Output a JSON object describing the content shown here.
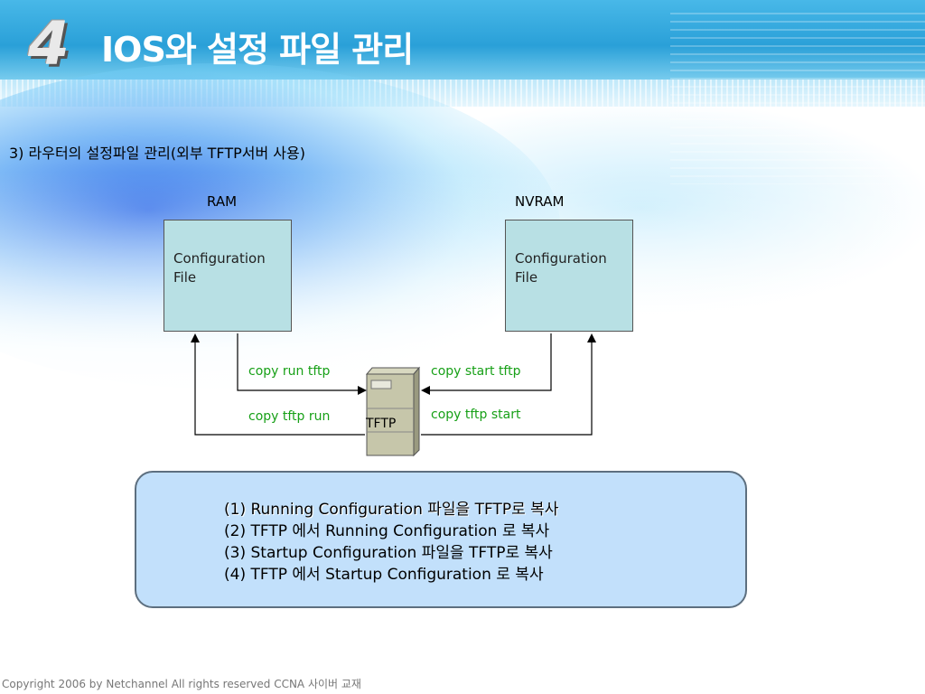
{
  "slide": {
    "number": "4",
    "title": "IOS와 설정 파일 관리",
    "subtitle": "3) 라우터의 설정파일 관리(외부 TFTP서버 사용)"
  },
  "diagram": {
    "left_box": {
      "label": "RAM",
      "text": "Configuration\nFile"
    },
    "right_box": {
      "label": "NVRAM",
      "text": "Configuration\nFile"
    },
    "server_label": "TFTP",
    "arrows": {
      "copy_run_tftp": "copy run tftp",
      "copy_tftp_run": "copy tftp run",
      "copy_start_tftp": "copy start tftp",
      "copy_tftp_start": "copy tftp start"
    }
  },
  "notes": [
    "(1) Running Configuration 파일을 TFTP로 복사",
    "(2) TFTP 에서 Running Configuration 로 복사",
    "(3) Startup Configuration 파일을 TFTP로 복사",
    "(4) TFTP 에서 Startup Configuration 로 복사"
  ],
  "footer": {
    "copyright": "Copyright 2006 by Netchannel All rights reserved CCNA 사이버 교재"
  },
  "colors": {
    "header": "#2aa0d8",
    "box_fill": "#b8e0e4",
    "arrow_label": "#17a017",
    "note_fill": "#c2e0fb"
  }
}
